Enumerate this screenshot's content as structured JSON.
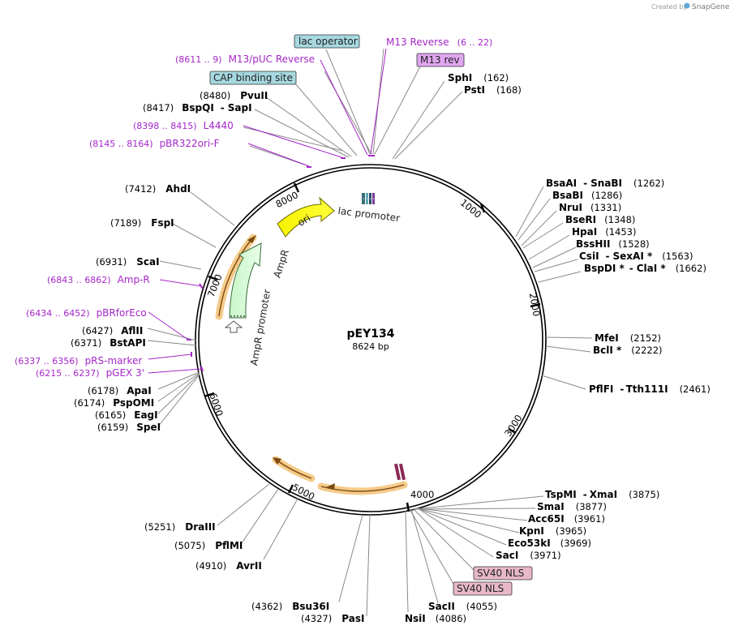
{
  "credit": {
    "prefix": "Created by",
    "brand": "SnapGene"
  },
  "plasmid": {
    "name": "pEY134",
    "length": "8624 bp"
  },
  "tick_labels": [
    "1000",
    "2000",
    "3000",
    "4000",
    "5000",
    "6000",
    "7000",
    "8000"
  ],
  "features": {
    "lac_promoter": "lac promoter",
    "ori": "ori",
    "ampr": "AmpR",
    "ampr_promoter": "AmpR promoter",
    "lac_operator": "lac operator",
    "cap_binding_site": "CAP binding site",
    "m13_rev": "M13 rev",
    "sv40_nls_1": "SV40 NLS",
    "sv40_nls_2": "SV40 NLS"
  },
  "primers": {
    "m13_reverse": {
      "name": "M13 Reverse",
      "range": "(6 .. 22)"
    },
    "m13_puc_reverse": {
      "name": "M13/pUC Reverse",
      "range": "(8611 .. 9)"
    },
    "l4440": {
      "name": "L4440",
      "range": "(8398 .. 8415)"
    },
    "pbr322ori_f": {
      "name": "pBR322ori-F",
      "range": "(8145 .. 8164)"
    },
    "amp_r": {
      "name": "Amp-R",
      "range": "(6843 .. 6862)"
    },
    "pbrforeco": {
      "name": "pBRforEco",
      "range": "(6434 .. 6452)"
    },
    "prs_marker": {
      "name": "pRS-marker",
      "range": "(6337 .. 6356)"
    },
    "pgex3": {
      "name": "pGEX 3'",
      "range": "(6215 .. 6237)"
    }
  },
  "sites": {
    "sphi": {
      "name": "SphI",
      "pos": "(162)"
    },
    "psti": {
      "name": "PstI",
      "pos": "(168)"
    },
    "bsaai": {
      "name": "BsaAI",
      "sep": "-",
      "name2": "SnaBI",
      "pos": "(1262)"
    },
    "bsabi": {
      "name": "BsaBI",
      "pos": "(1286)"
    },
    "nrui": {
      "name": "NruI",
      "pos": "(1331)"
    },
    "bseri": {
      "name": "BseRI",
      "pos": "(1348)"
    },
    "hpai": {
      "name": "HpaI",
      "pos": "(1453)"
    },
    "bsshii": {
      "name": "BssHII",
      "pos": "(1528)"
    },
    "csii": {
      "name": "CsiI",
      "sep": "-",
      "name2": "SexAI *",
      "pos": "(1563)"
    },
    "bspdi": {
      "name": "BspDI *",
      "sep": "-",
      "name2": "ClaI *",
      "pos": "(1662)"
    },
    "mfei": {
      "name": "MfeI",
      "pos": "(2152)"
    },
    "bcli": {
      "name": "BclI *",
      "pos": "(2222)"
    },
    "pflfi": {
      "name": "PflFI",
      "sep": "-",
      "name2": "Tth111I",
      "pos": "(2461)"
    },
    "tspmi": {
      "name": "TspMI",
      "sep": "-",
      "name2": "XmaI",
      "pos": "(3875)"
    },
    "smai": {
      "name": "SmaI",
      "pos": "(3877)"
    },
    "acc65i": {
      "name": "Acc65I",
      "pos": "(3961)"
    },
    "kpni": {
      "name": "KpnI",
      "pos": "(3965)"
    },
    "eco53ki": {
      "name": "Eco53kI",
      "pos": "(3969)"
    },
    "saci": {
      "name": "SacI",
      "pos": "(3971)"
    },
    "sacii": {
      "name": "SacII",
      "pos": "(4055)"
    },
    "nsii": {
      "name": "NsiI",
      "pos": "(4086)"
    },
    "pasi": {
      "name": "PasI",
      "pos": "(4327)"
    },
    "bsu36i": {
      "name": "Bsu36I",
      "pos": "(4362)"
    },
    "avrii": {
      "name": "AvrII",
      "pos": "(4910)"
    },
    "pflmi": {
      "name": "PflMI",
      "pos": "(5075)"
    },
    "draiii": {
      "name": "DraIII",
      "pos": "(5251)"
    },
    "spei": {
      "name": "SpeI",
      "pos": "(6159)"
    },
    "eagi": {
      "name": "EagI",
      "pos": "(6165)"
    },
    "pspomi": {
      "name": "PspOMI",
      "pos": "(6174)"
    },
    "apai": {
      "name": "ApaI",
      "pos": "(6178)"
    },
    "bstapi": {
      "name": "BstAPI",
      "pos": "(6371)"
    },
    "aflii": {
      "name": "AflII",
      "pos": "(6427)"
    },
    "scai": {
      "name": "ScaI",
      "pos": "(6931)"
    },
    "fspi": {
      "name": "FspI",
      "pos": "(7189)"
    },
    "ahdi": {
      "name": "AhdI",
      "pos": "(7412)"
    },
    "bspqi": {
      "name": "BspQI",
      "sep": "-",
      "name2": "SapI",
      "pos": "(8417)"
    },
    "pvuii": {
      "name": "PvuII",
      "pos": "(8480)"
    }
  }
}
